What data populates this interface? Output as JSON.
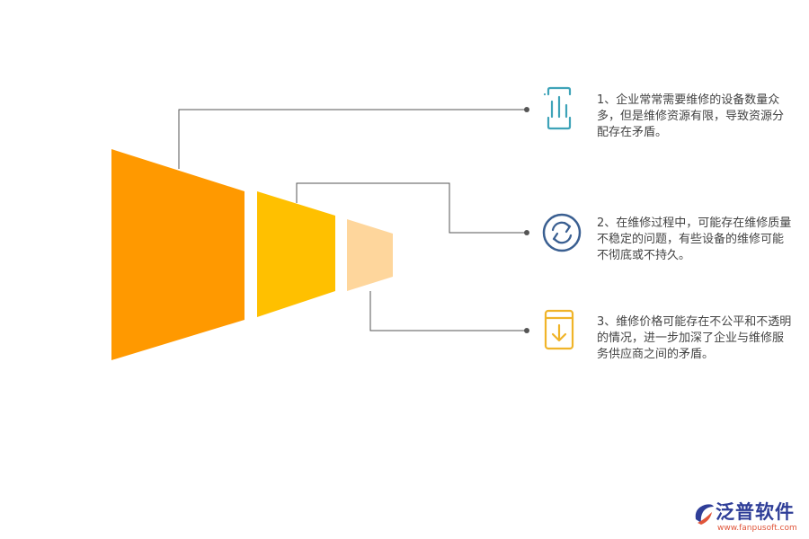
{
  "items": [
    {
      "text": "1、企业常常需要维修的设备数量众多，但是维修资源有限，导致资源分配存在矛盾。",
      "color": "#3ea3b8",
      "icon": "bar-chart-icon",
      "segment_color": "#ff9900"
    },
    {
      "text": "2、在维修过程中，可能存在维修质量不稳定的问题，有些设备的维修可能不彻底或不持久。",
      "color": "#3a5f91",
      "icon": "refresh-icon",
      "segment_color": "#ffc000"
    },
    {
      "text": "3、维修价格可能存在不公平和不透明的情况，进一步加深了企业与维修服务供应商之间的矛盾。",
      "color": "#f0b429",
      "icon": "download-box-icon",
      "segment_color": "#fed69c"
    }
  ],
  "logo": {
    "name": "泛普软件",
    "url": "www.fanpusoft.com"
  }
}
